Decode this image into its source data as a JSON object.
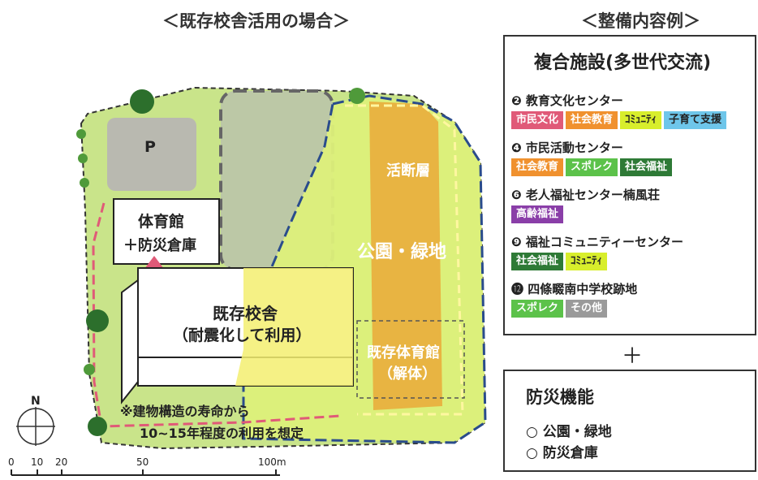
{
  "titles": {
    "left": "＜既存校舎活用の場合＞",
    "right": "＜整備内容例＞"
  },
  "site_map": {
    "parking": "P",
    "gym_line1": "体育館",
    "gym_line2": "＋防災倉庫",
    "school_line1": "既存校舎",
    "school_line2": "（耐震化して利用）",
    "fault": "活断層",
    "park": "公園・緑地",
    "old_gym_line1": "既存体育館",
    "old_gym_line2": "（解体）",
    "note_line1": "※建物構造の寿命から",
    "note_line2": "10~15年程度の利用を想定",
    "compass_n": "N",
    "scale_labels": [
      "0",
      "10",
      "20",
      "50",
      "100m"
    ]
  },
  "complex": {
    "title": "複合施設(多世代交流)",
    "facilities": [
      {
        "name": "❷ 教育文化センター",
        "tags": [
          {
            "text": "市民文化",
            "color": "#e05a78"
          },
          {
            "text": "社会教育",
            "color": "#f0912e"
          },
          {
            "text": "ｺﾐｭﾆﾃｨ",
            "color": "#d8ee2c"
          },
          {
            "text": "子育て支援",
            "color": "#6ec6ea"
          }
        ]
      },
      {
        "name": "❹ 市民活動センター",
        "tags": [
          {
            "text": "社会教育",
            "color": "#f0912e"
          },
          {
            "text": "スポレク",
            "color": "#5cc24a"
          },
          {
            "text": "社会福祉",
            "color": "#2e7a36"
          }
        ]
      },
      {
        "name": "❻ 老人福祉センター楠風荘",
        "tags": [
          {
            "text": "高齢福祉",
            "color": "#8a3ea8"
          }
        ]
      },
      {
        "name": "❾ 福祉コミュニティーセンター",
        "tags": [
          {
            "text": "社会福祉",
            "color": "#2e7a36"
          },
          {
            "text": "ｺﾐｭﾆﾃｨ",
            "color": "#d8ee2c"
          }
        ]
      },
      {
        "name": "⓬ 四條畷南中学校跡地",
        "tags": [
          {
            "text": "スポレク",
            "color": "#5cc24a"
          },
          {
            "text": "その他",
            "color": "#9a9a9a"
          }
        ]
      }
    ]
  },
  "plus": "＋",
  "disaster": {
    "title": "防災機能",
    "items": [
      "○ 公園・緑地",
      "○ 防災倉庫"
    ]
  }
}
